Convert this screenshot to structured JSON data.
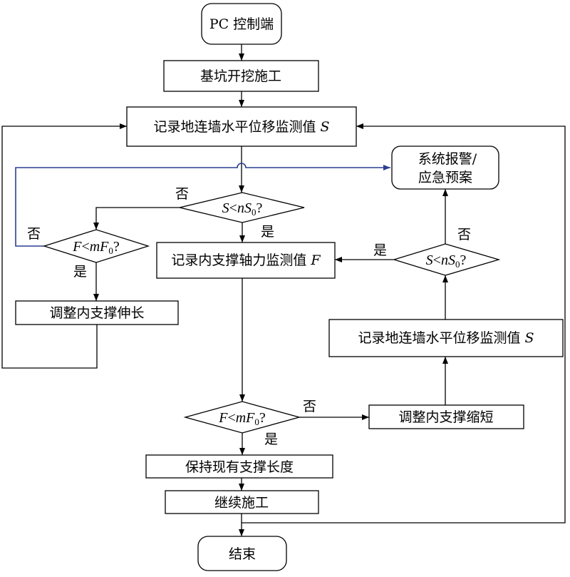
{
  "nodes": {
    "start": "PC 控制端",
    "excavation": "基坑开挖施工",
    "record_displacement_1": {
      "text": "记录地连墙水平位移监测值",
      "var": "S"
    },
    "alarm": {
      "line1": "系统报警/",
      "line2": "应急预案"
    },
    "record_force": {
      "text": "记录内支撑轴力监测值",
      "var": "F"
    },
    "adjust_extend": "调整内支撑伸长",
    "record_displacement_2": {
      "text": "记录地连墙水平位移监测值",
      "var": "S"
    },
    "adjust_shorten": "调整内支撑缩短",
    "keep_length": "保持现有支撑长度",
    "continue": "继续施工",
    "end": "结束"
  },
  "decisions": {
    "d1": {
      "lhs": "S",
      "op": "<",
      "coef": "n",
      "var": "S",
      "sub": "0",
      "q": "?"
    },
    "d2": {
      "lhs": "F",
      "op": "<",
      "coef": "m",
      "var": "F",
      "sub": "0",
      "q": "?"
    },
    "d3": {
      "lhs": "F",
      "op": "<",
      "coef": "m",
      "var": "F",
      "sub": "0",
      "q": "?"
    },
    "d4": {
      "lhs": "S",
      "op": "<",
      "coef": "n",
      "var": "S",
      "sub": "0",
      "q": "?"
    }
  },
  "labels": {
    "yes": "是",
    "no": "否"
  },
  "colors": {
    "line": "#000000",
    "feedback": "#2b3f8f"
  }
}
